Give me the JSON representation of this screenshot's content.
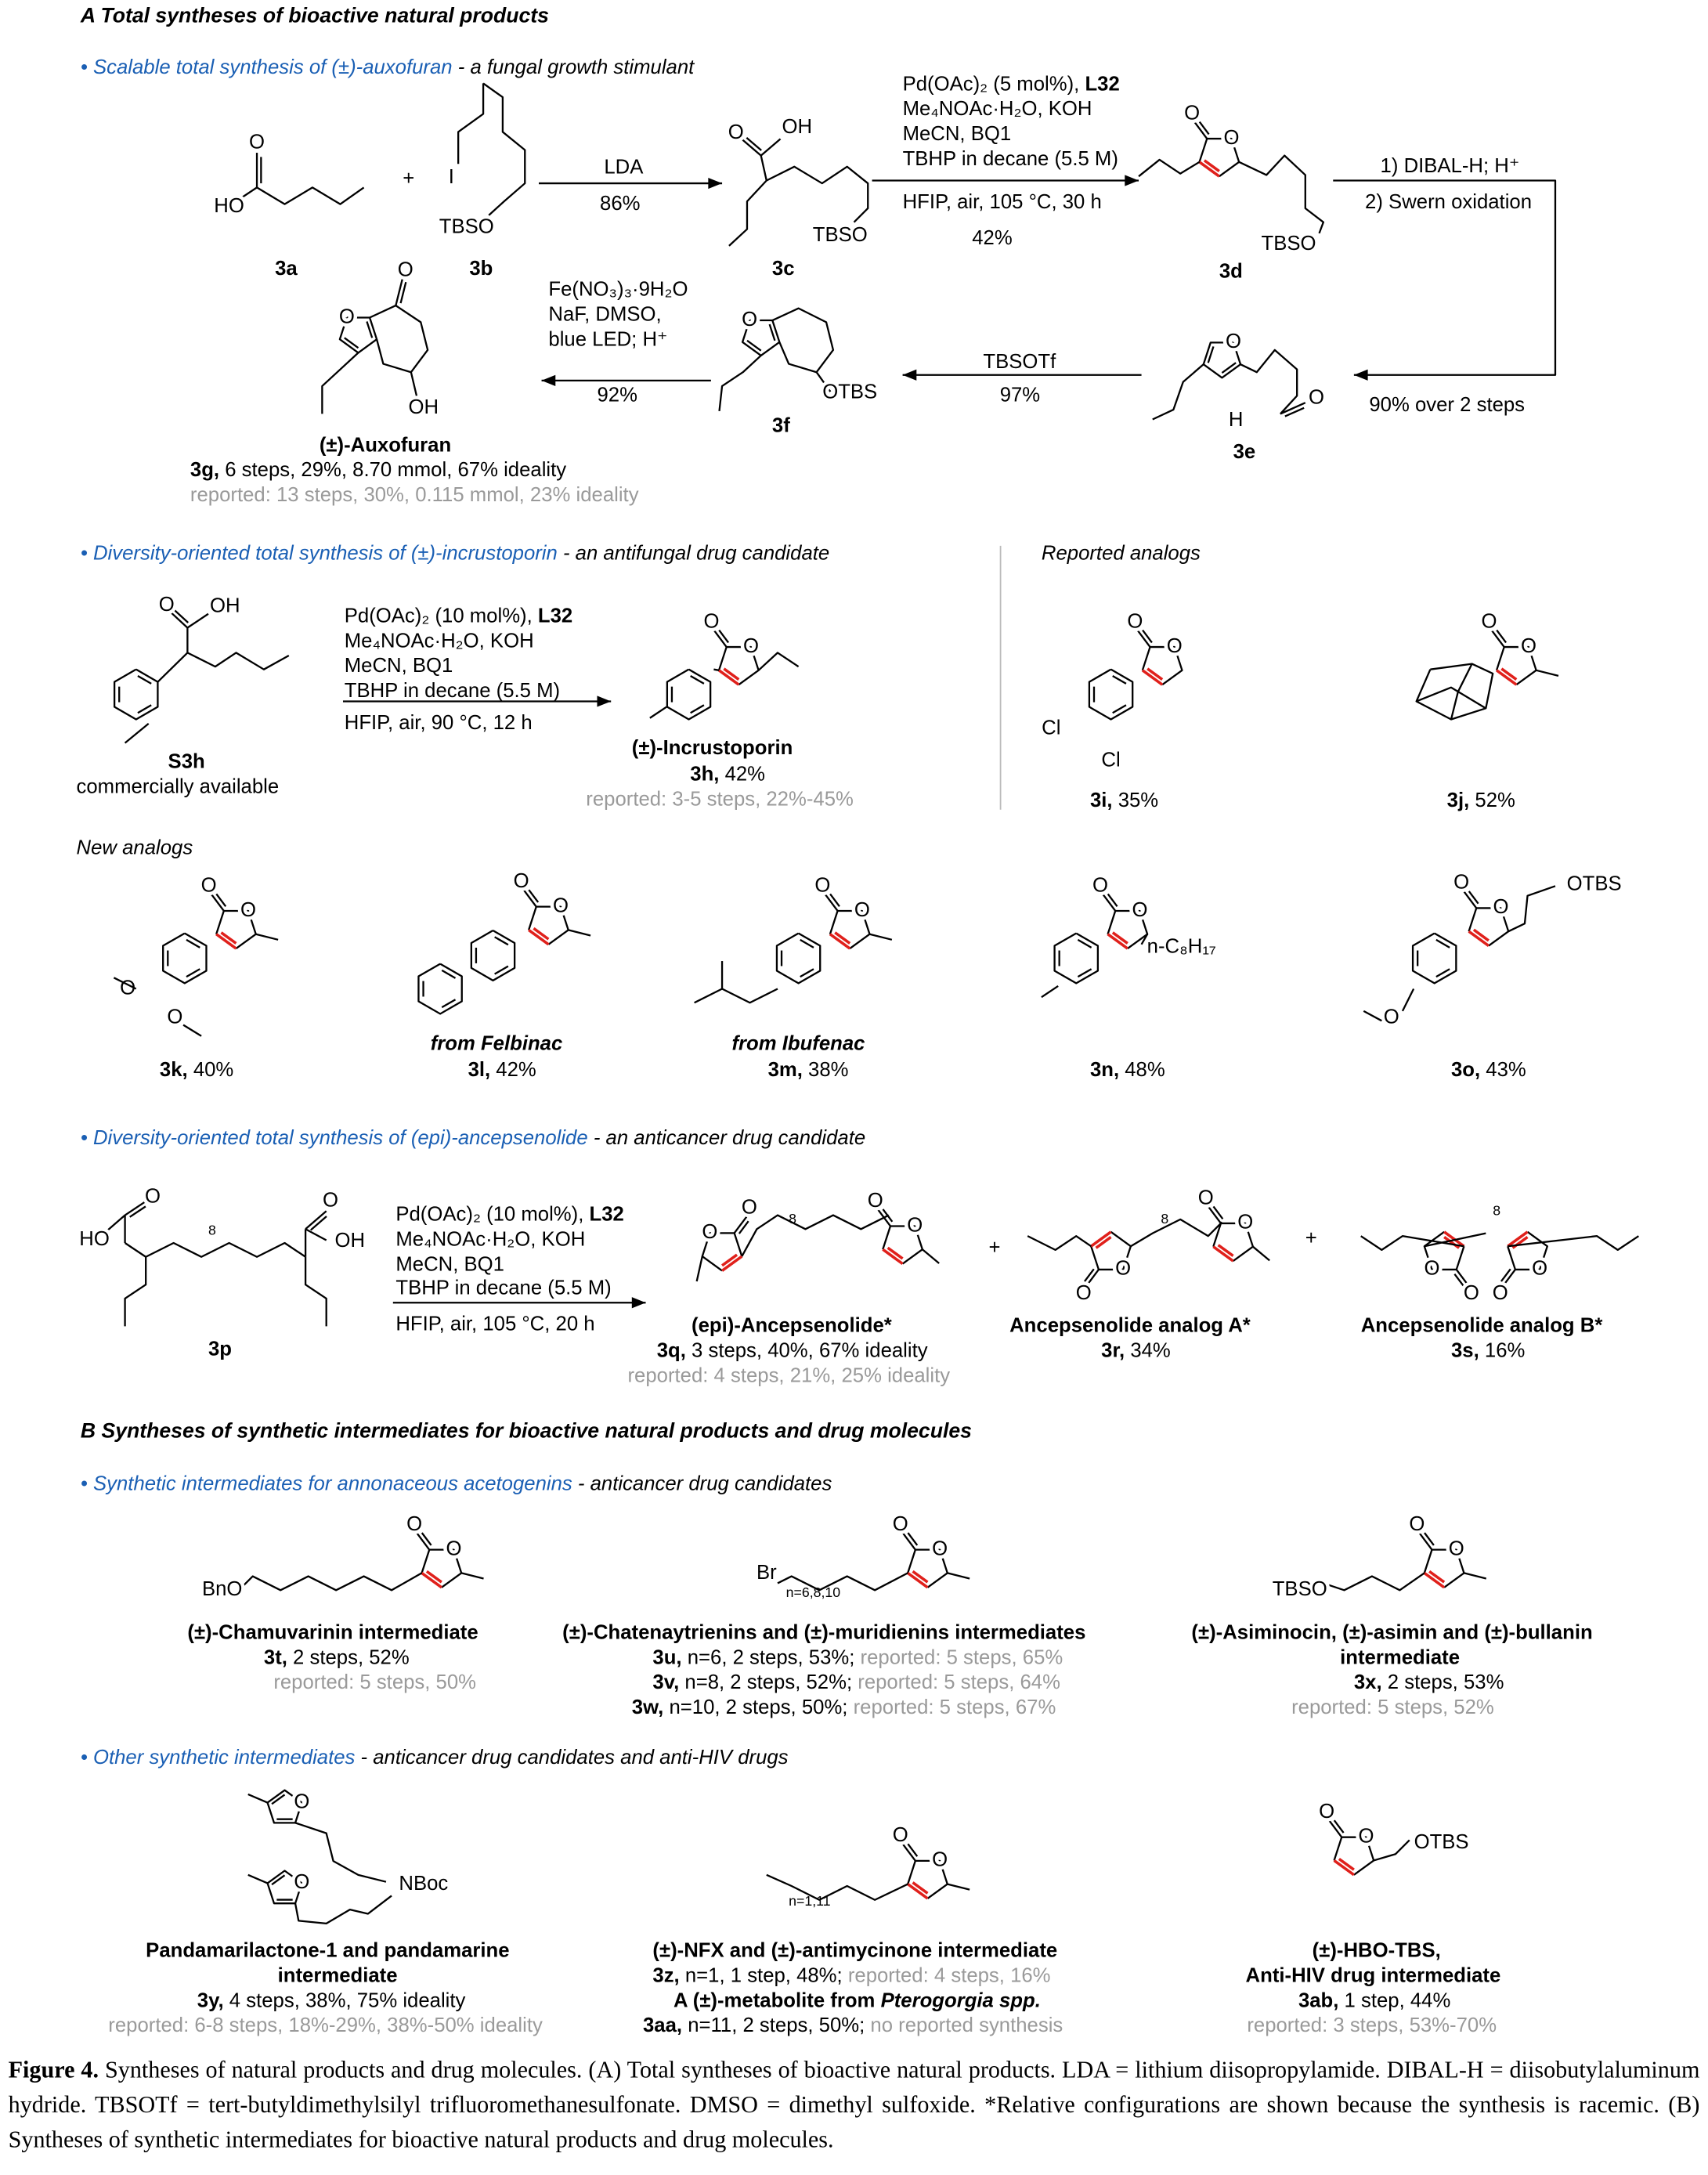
{
  "section_a": {
    "letter": "A",
    "title": "Total syntheses of bioactive natural products"
  },
  "auxofuran": {
    "header_blue": "• Scalable total synthesis of (±)-auxofuran",
    "header_rest": " - a fungal growth stimulant",
    "step1": {
      "reagent": "LDA",
      "yield": "86%"
    },
    "step2": {
      "cond": [
        "Pd(OAc)₂ (5 mol%), ",
        "L32",
        "Me₄NOAc·H₂O, KOH",
        "MeCN, BQ1",
        "TBHP in decane (5.5 M)",
        "HFIP, air, 105 °C, 30 h"
      ],
      "yield": "42%"
    },
    "step3": {
      "cond": [
        "1) DIBAL-H; H⁺",
        "2) Swern oxidation"
      ],
      "yield": "90% over 2 steps"
    },
    "step4": {
      "reagent": "TBSOTf",
      "yield": "97%"
    },
    "step5": {
      "cond": [
        "Fe(NO₃)₃·9H₂O",
        "NaF, DMSO,",
        "blue LED; H⁺"
      ],
      "yield": "92%"
    },
    "plus": "+",
    "labels": [
      "3a",
      "3b",
      "3c",
      "3d",
      "3e",
      "3f"
    ],
    "product": {
      "name": "(±)-Auxofuran",
      "id": "3g,",
      "stats": " 6 steps, 29%, 8.70 mmol, 67% ideality",
      "reported": "reported: 13 steps, 30%, 0.115 mmol, 23% ideality"
    }
  },
  "incrustoporin": {
    "header_blue": "• Diversity-oriented total synthesis of (±)-incrustoporin",
    "header_rest": " - an antifungal drug candidate",
    "reported_analogs": "Reported analogs",
    "new_analogs": "New analogs",
    "sm_id": "S3h",
    "sm_note": "commercially available",
    "cond": [
      "Pd(OAc)₂ (10 mol%), ",
      "L32",
      "Me₄NOAc·H₂O, KOH",
      "MeCN, BQ1",
      "TBHP in decane (5.5 M)",
      "HFIP, air, 90 °C, 12 h"
    ],
    "product": {
      "name": "(±)-Incrustoporin",
      "id": "3h,",
      "yield": " 42%",
      "reported": "reported: 3-5 steps, 22%-45%"
    },
    "analogs": [
      {
        "id": "3i,",
        "yield": " 35%"
      },
      {
        "id": "3j,",
        "yield": " 52%"
      },
      {
        "id": "3k,",
        "yield": " 40%"
      },
      {
        "id": "3l,",
        "yield": " 42%",
        "note": "from Felbinac"
      },
      {
        "id": "3m,",
        "yield": " 38%",
        "note": "from Ibufenac"
      },
      {
        "id": "3n,",
        "yield": " 48%",
        "sub": "n-C₈H₁₇"
      },
      {
        "id": "3o,",
        "yield": " 43%"
      }
    ]
  },
  "ancepsenolide": {
    "header_blue": "• Diversity-oriented total synthesis of (epi)-ancepsenolide",
    "header_rest": " - an anticancer drug candidate",
    "sm_id": "3p",
    "repeat": "8",
    "cond": [
      "Pd(OAc)₂ (10 mol%), ",
      "L32",
      "Me₄NOAc·H₂O, KOH",
      "MeCN, BQ1",
      "TBHP in decane (5.5 M)",
      "HFIP, air, 105 °C, 20 h"
    ],
    "products": [
      {
        "name": "(epi)-Ancepsenolide*",
        "id": "3q,",
        "stats": " 3 steps, 40%, 67% ideality",
        "reported": "reported: 4 steps, 21%, 25% ideality"
      },
      {
        "name": "Ancepsenolide analog A*",
        "id": "3r,",
        "stats": " 34%"
      },
      {
        "name": "Ancepsenolide analog B*",
        "id": "3s,",
        "stats": " 16%"
      }
    ]
  },
  "section_b": {
    "letter": "B",
    "title": "Syntheses of synthetic intermediates for bioactive natural products and drug molecules"
  },
  "acetogenins": {
    "header_blue": "• Synthetic intermediates for annonaceous acetogenins",
    "header_rest": " - anticancer drug candidates",
    "repeat_u": "n=6,8,10",
    "t": {
      "name": "(±)-Chamuvarinin intermediate",
      "id": "3t,",
      "stats": " 2 steps, 52%",
      "reported": "reported: 5 steps, 50%"
    },
    "u": {
      "name": "(±)-Chatenaytrienins and (±)-muridienins intermediates",
      "rows": [
        {
          "id": "3u,",
          "stats": " n=6, 2 steps, 53%; ",
          "reported": "reported: 5 steps, 65%"
        },
        {
          "id": "3v,",
          "stats": " n=8, 2 steps, 52%; ",
          "reported": "reported: 5 steps, 64%"
        },
        {
          "id": "3w,",
          "stats": " n=10, 2 steps, 50%; ",
          "reported": "reported: 5 steps, 67%"
        }
      ]
    },
    "x": {
      "name": "(±)-Asiminocin, (±)-asimin and (±)-bullanin",
      "name2": "intermediate",
      "id": "3x,",
      "stats": " 2 steps, 53%",
      "reported": "reported: 5 steps, 52%"
    }
  },
  "other": {
    "header_blue": "• Other synthetic intermediates",
    "header_rest": " - anticancer drug candidates and anti-HIV drugs",
    "repeat_z": "n=1,11",
    "y": {
      "name": "Pandamarilactone-1 and pandamarine",
      "name2": "intermediate",
      "id": "3y,",
      "stats": " 4 steps, 38%, 75% ideality",
      "reported": "reported: 6-8 steps, 18%-29%, 38%-50% ideality"
    },
    "z": {
      "name": "(±)-NFX and (±)-antimycinone intermediate",
      "id": "3z,",
      "stats": " n=1, 1 step, 48%; ",
      "reported": "reported: 4 steps, 16%",
      "name2": "A (±)-metabolite from ",
      "name2_it": "Pterogorgia spp.",
      "id2": "3aa,",
      "stats2": " n=11, 2 steps, 50%; ",
      "reported2": "no reported synthesis"
    },
    "ab": {
      "name": "(±)-HBO-TBS,",
      "name2": "Anti-HIV drug intermediate",
      "id": "3ab,",
      "stats": " 1 step, 44%",
      "reported": "reported: 3 steps, 53%-70%"
    }
  },
  "atom_labels": {
    "O": "O",
    "OH": "OH",
    "HO": "HO",
    "TBSO": "TBSO",
    "OTBS": "OTBS",
    "I": "I",
    "H": "H",
    "Cl": "Cl",
    "BnO": "BnO",
    "Br": "Br",
    "NBoc": "NBoc"
  },
  "colors": {
    "accent_blue": "#1a5fb4",
    "highlight_bond": "#e0201b",
    "reported_grey": "#9a9a9a"
  },
  "caption": {
    "label": "Figure 4.",
    "text": " Syntheses of natural products and drug molecules. (A) Total syntheses of bioactive natural products. LDA = lithium diisopropylamide. DIBAL-H = diisobutylaluminum hydride. TBSOTf = tert-butyldimethylsilyl trifluoromethanesulfonate. DMSO = dimethyl sulfoxide. *Relative configurations are shown because the synthesis is racemic. (B) Syntheses of synthetic intermediates for bioactive natural products and drug molecules."
  }
}
